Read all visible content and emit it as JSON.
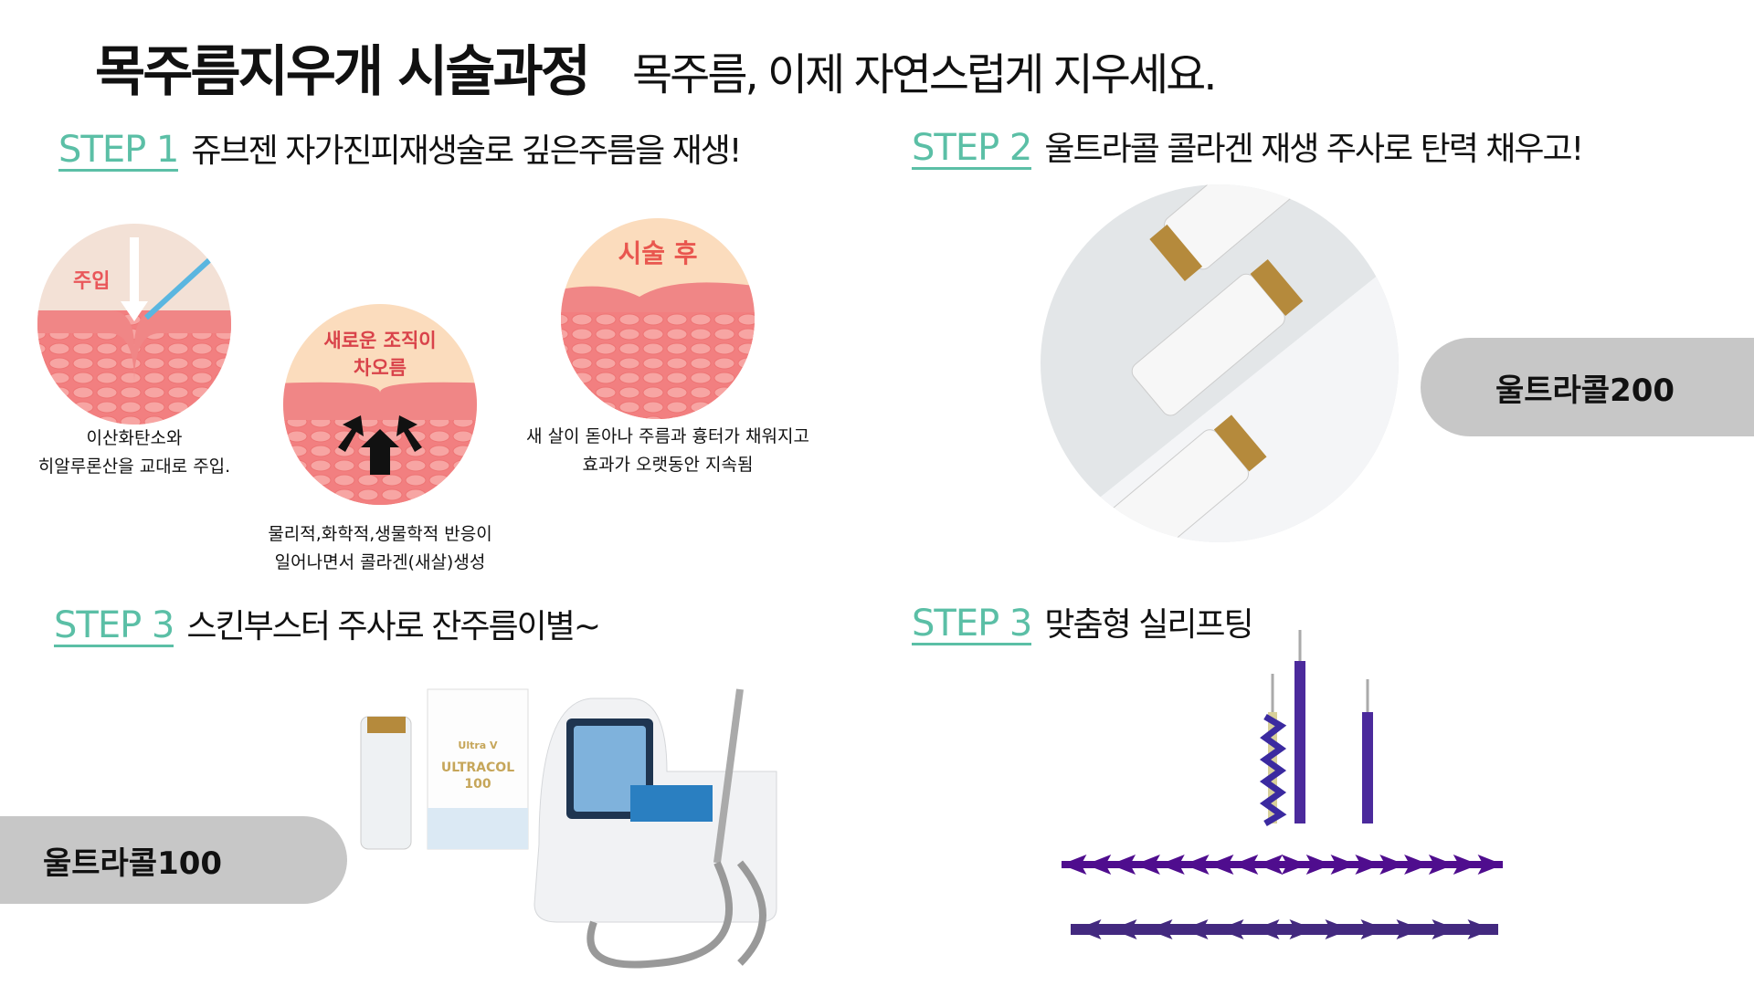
{
  "header": {
    "title": "목주름지우개 시술과정",
    "subtitle": "목주름, 이제 자연스럽게 지우세요."
  },
  "step1": {
    "label": "STEP 1",
    "text": "쥬브젠 자가진피재생술로 깊은주름을 재생!",
    "illustrations": [
      {
        "badge": "주입",
        "caption": [
          "이산화탄소와",
          "히알루론산을 교대로 주입."
        ]
      },
      {
        "badge": [
          "새로운 조직이",
          "차오름"
        ],
        "caption": [
          "물리적,화학적,생물학적 반응이",
          "일어나면서 콜라겐(새살)생성"
        ]
      },
      {
        "badge": "시술 후",
        "caption": [
          "새 살이 돋아나 주름과 흉터가 채워지고",
          "효과가 오랫동안 지속됨"
        ]
      }
    ]
  },
  "step2": {
    "label": "STEP 2",
    "text": "울트라콜 콜라겐 재생 주사로 탄력 채우고!",
    "product": "울트라콜200"
  },
  "step3a": {
    "label": "STEP 3",
    "text": "스킨부스터 주사로 잔주름이별~",
    "product": "울트라콜100",
    "box_brand": "Ultra V",
    "box_name": "ULTRACOL",
    "box_num": "100"
  },
  "step3b": {
    "label": "STEP 3",
    "text": "맞춤형 실리프팅"
  },
  "colors": {
    "accent": "#5bbfa6",
    "skin": "#f08a8a",
    "thread": "#4b2a9c",
    "pill": "#c7c7c7"
  }
}
